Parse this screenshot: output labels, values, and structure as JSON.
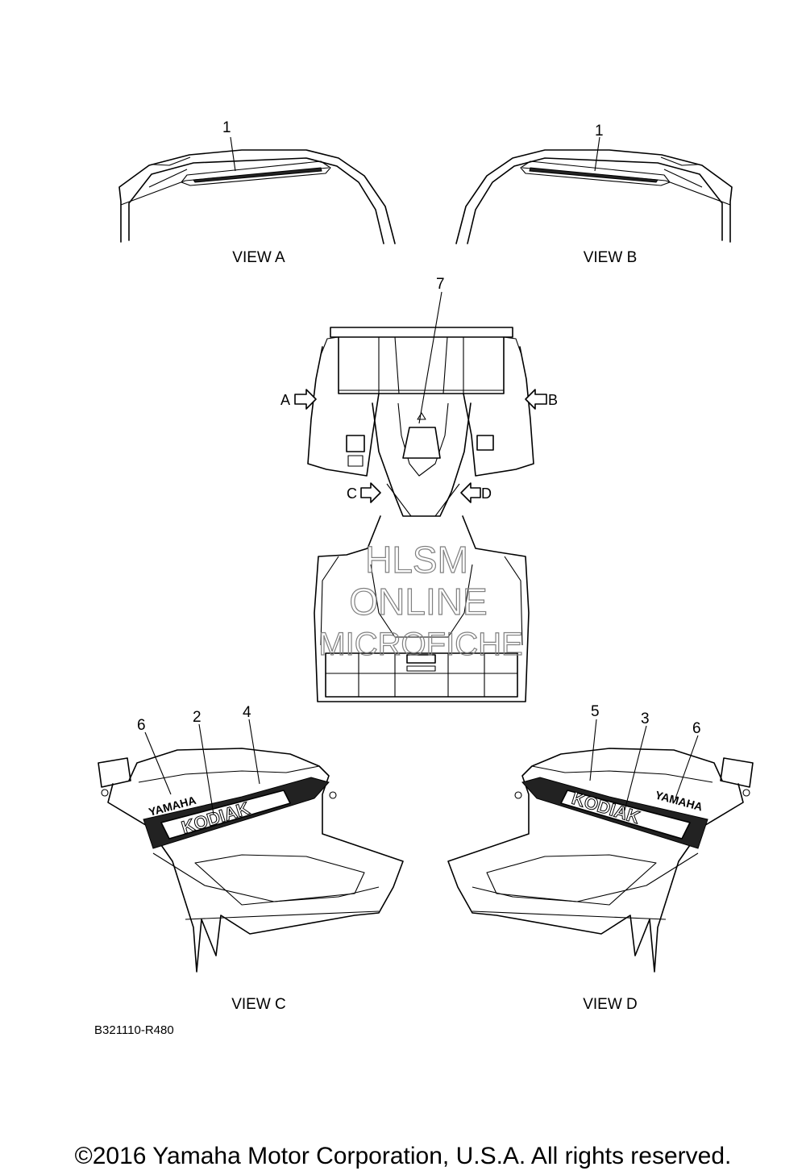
{
  "callouts": {
    "c1a": "1",
    "c1b": "1",
    "c7": "7",
    "c6l": "6",
    "c2": "2",
    "c4": "4",
    "c5": "5",
    "c3": "3",
    "c6r": "6"
  },
  "views": {
    "a": "VIEW A",
    "b": "VIEW B",
    "c": "VIEW C",
    "d": "VIEW D"
  },
  "arrows": {
    "a": "A",
    "b": "B",
    "c": "C",
    "d": "D"
  },
  "decal_text": {
    "yamaha": "YAMAHA",
    "kodiak": "KODIAK"
  },
  "watermark": {
    "line1": "HLSM",
    "line2": "ONLINE",
    "line3": "MICROFICHE"
  },
  "reference_code": "B321110-R480",
  "copyright": "©2016 Yamaha Motor Corporation, U.S.A. All rights reserved."
}
